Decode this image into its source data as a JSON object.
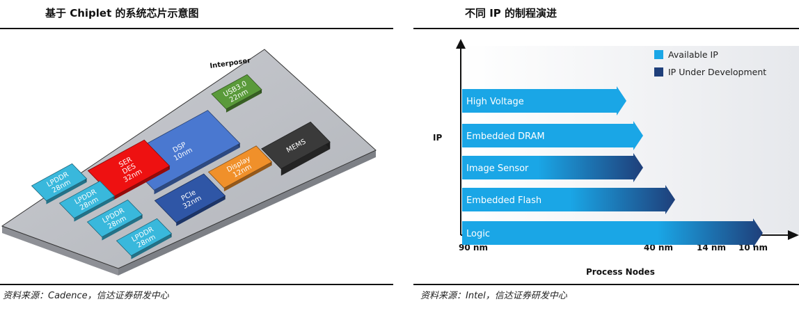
{
  "left": {
    "title": "基于 Chiplet 的系统芯片示意图",
    "interposer_label": "Interposer",
    "chips": [
      {
        "id": "usb",
        "lines": [
          "USB3.0",
          "22nm"
        ],
        "color": "#5a9a3a"
      },
      {
        "id": "dsp",
        "lines": [
          "DSP",
          "10nm"
        ],
        "color": "#4a78d0"
      },
      {
        "id": "mems",
        "lines": [
          "MEMS"
        ],
        "color": "#3a3a3a"
      },
      {
        "id": "serdes",
        "lines": [
          "SER",
          "DES",
          "32nm"
        ],
        "color": "#ee1111"
      },
      {
        "id": "display",
        "lines": [
          "Display",
          "12nm"
        ],
        "color": "#f0902a"
      },
      {
        "id": "pcie",
        "lines": [
          "PCIe",
          "32nm"
        ],
        "color": "#2f56a6"
      },
      {
        "id": "lpddr1",
        "lines": [
          "LPDDR",
          "28nm"
        ],
        "color": "#39b8dc"
      },
      {
        "id": "lpddr2",
        "lines": [
          "LPDDR",
          "28nm"
        ],
        "color": "#39b8dc"
      },
      {
        "id": "lpddr3",
        "lines": [
          "LPDDR",
          "28nm"
        ],
        "color": "#39b8dc"
      },
      {
        "id": "lpddr4",
        "lines": [
          "LPDDR",
          "28nm"
        ],
        "color": "#39b8dc"
      }
    ],
    "source": "资料来源：Cadence，信达证券研发中心"
  },
  "right": {
    "title": "不同 IP 的制程演进",
    "y_axis_label": "IP",
    "x_axis_label": "Process Nodes",
    "nodes": [
      "90 nm",
      "40 nm",
      "14 nm",
      "10 nm"
    ],
    "legend": [
      {
        "label": "Available IP",
        "color": "#1aa6e6"
      },
      {
        "label": "IP Under Development",
        "color": "#1f3f7a"
      }
    ],
    "bars": [
      {
        "label": "High Voltage",
        "fade": false
      },
      {
        "label": "Embedded DRAM",
        "fade": false
      },
      {
        "label": "Image Sensor",
        "fade": true
      },
      {
        "label": "Embedded Flash",
        "fade": true
      },
      {
        "label": "Logic",
        "fade": true
      }
    ],
    "source": "资料来源：Intel，信达证券研发中心"
  }
}
